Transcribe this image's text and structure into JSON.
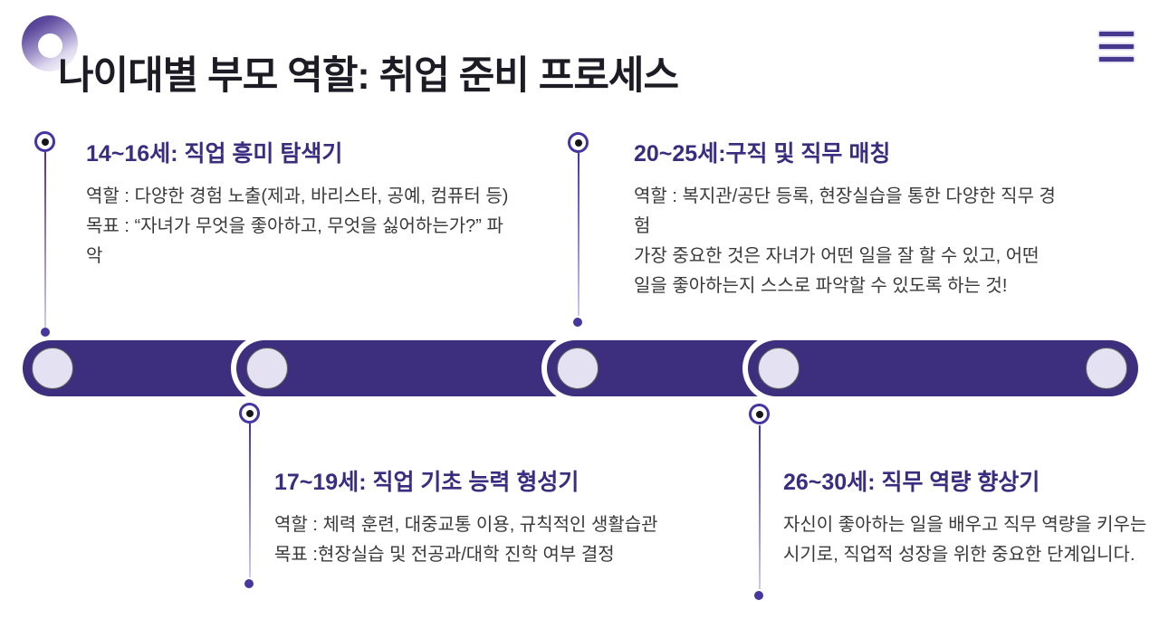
{
  "header": {
    "title": "나이대별 부모 역할: 취업 준비 프로세스",
    "logo_icon": "gradient-donut-logo",
    "menu_icon": "hamburger-menu"
  },
  "colors": {
    "timeline_bar": "#3e2e7e",
    "node_fill": "#e4e1f3",
    "heading_text": "#3a2c7f",
    "body_text": "#3a3a3a",
    "title_text": "#1d1c25",
    "marker_accent": "#4434a4"
  },
  "timeline": {
    "node_count": 5,
    "stages": [
      {
        "heading": "14~16세: 직업 흥미 탐색기",
        "position": "above",
        "body_lines": [
          "역할 : 다양한 경험 노출(제과, 바리스타, 공예, 컴퓨터 등)",
          "목표 : “자녀가 무엇을 좋아하고, 무엇을 싫어하는가?” 파",
          "악"
        ]
      },
      {
        "heading": "17~19세: 직업 기초 능력 형성기",
        "position": "below",
        "body_lines": [
          "역할 : 체력 훈련, 대중교통 이용, 규칙적인 생활습관",
          "목표 :현장실습 및 전공과/대학 진학 여부 결정"
        ]
      },
      {
        "heading": "20~25세:구직 및 직무 매칭",
        "position": "above",
        "body_lines": [
          "역할 : 복지관/공단 등록, 현장실습을 통한 다양한 직무 경",
          "험",
          "가장 중요한 것은 자녀가 어떤 일을 잘 할 수 있고, 어떤",
          "일을 좋아하는지 스스로 파악할 수 있도록 하는 것!"
        ]
      },
      {
        "heading": "26~30세: 직무 역량 향상기",
        "position": "below",
        "body_lines": [
          "자신이 좋아하는 일을 배우고 직무 역량을 키우는",
          "시기로, 직업적 성장을 위한 중요한 단계입니다."
        ]
      }
    ]
  }
}
